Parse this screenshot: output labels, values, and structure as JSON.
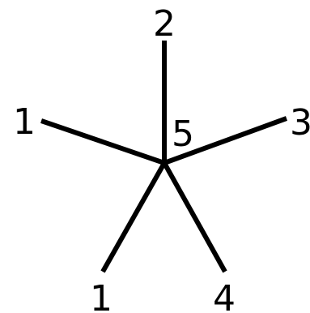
{
  "diagram": {
    "center_label": "5",
    "spokes": [
      {
        "label": "2"
      },
      {
        "label": "1"
      },
      {
        "label": "3"
      },
      {
        "label": "1"
      },
      {
        "label": "4"
      }
    ]
  },
  "colors": {
    "stroke": "#000000",
    "text": "#000000",
    "background": "#ffffff"
  }
}
